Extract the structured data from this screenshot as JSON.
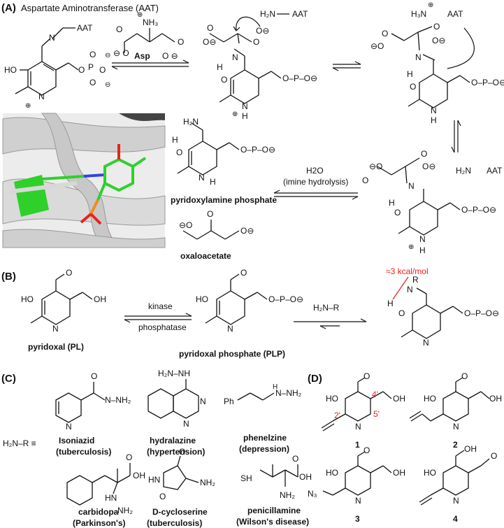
{
  "panels": {
    "a": {
      "label": "(A)",
      "title": "Aspartate Aminotransferase (AAT)"
    },
    "b": {
      "label": "(B)"
    },
    "c": {
      "label": "(C)"
    },
    "d": {
      "label": "(D)"
    }
  },
  "labels": {
    "asp": "Asp",
    "aat": "AAT",
    "water": "H2O",
    "hydrolysis": "(imine hydrolysis)",
    "pmp": "pyridoxylamine phosphate",
    "oxaloacetate": "oxaloacetate",
    "kinase": "kinase",
    "phosphatase": "phosphatase",
    "pl": "pyridoxal (PL)",
    "plp": "pyridoxal phosphate (PLP)",
    "energy": "≈3 kcal/mol"
  },
  "drugs": [
    {
      "name": "Isoniazid",
      "use": "(tuberculosis)"
    },
    {
      "name": "hydralazine",
      "use": "(hypertension)"
    },
    {
      "name": "phenelzine",
      "use": "(depression)"
    },
    {
      "name": "carbidopa",
      "use": "(Parkinson's)"
    },
    {
      "name": "D-cycloserine",
      "use": "(tuberculosis)"
    },
    {
      "name": "penicillamine",
      "use": "(Wilson's disease)"
    }
  ],
  "compounds": [
    "1",
    "2",
    "3",
    "4"
  ],
  "atom_numbers": [
    "2'",
    "4'",
    "5'"
  ],
  "colors": {
    "carbon_green": "#2fd02a",
    "ribbon": "#cfcfcf",
    "phosphorus": "#f08c1e",
    "oxygen": "#e8231b",
    "nitrogen": "#3344dd"
  }
}
